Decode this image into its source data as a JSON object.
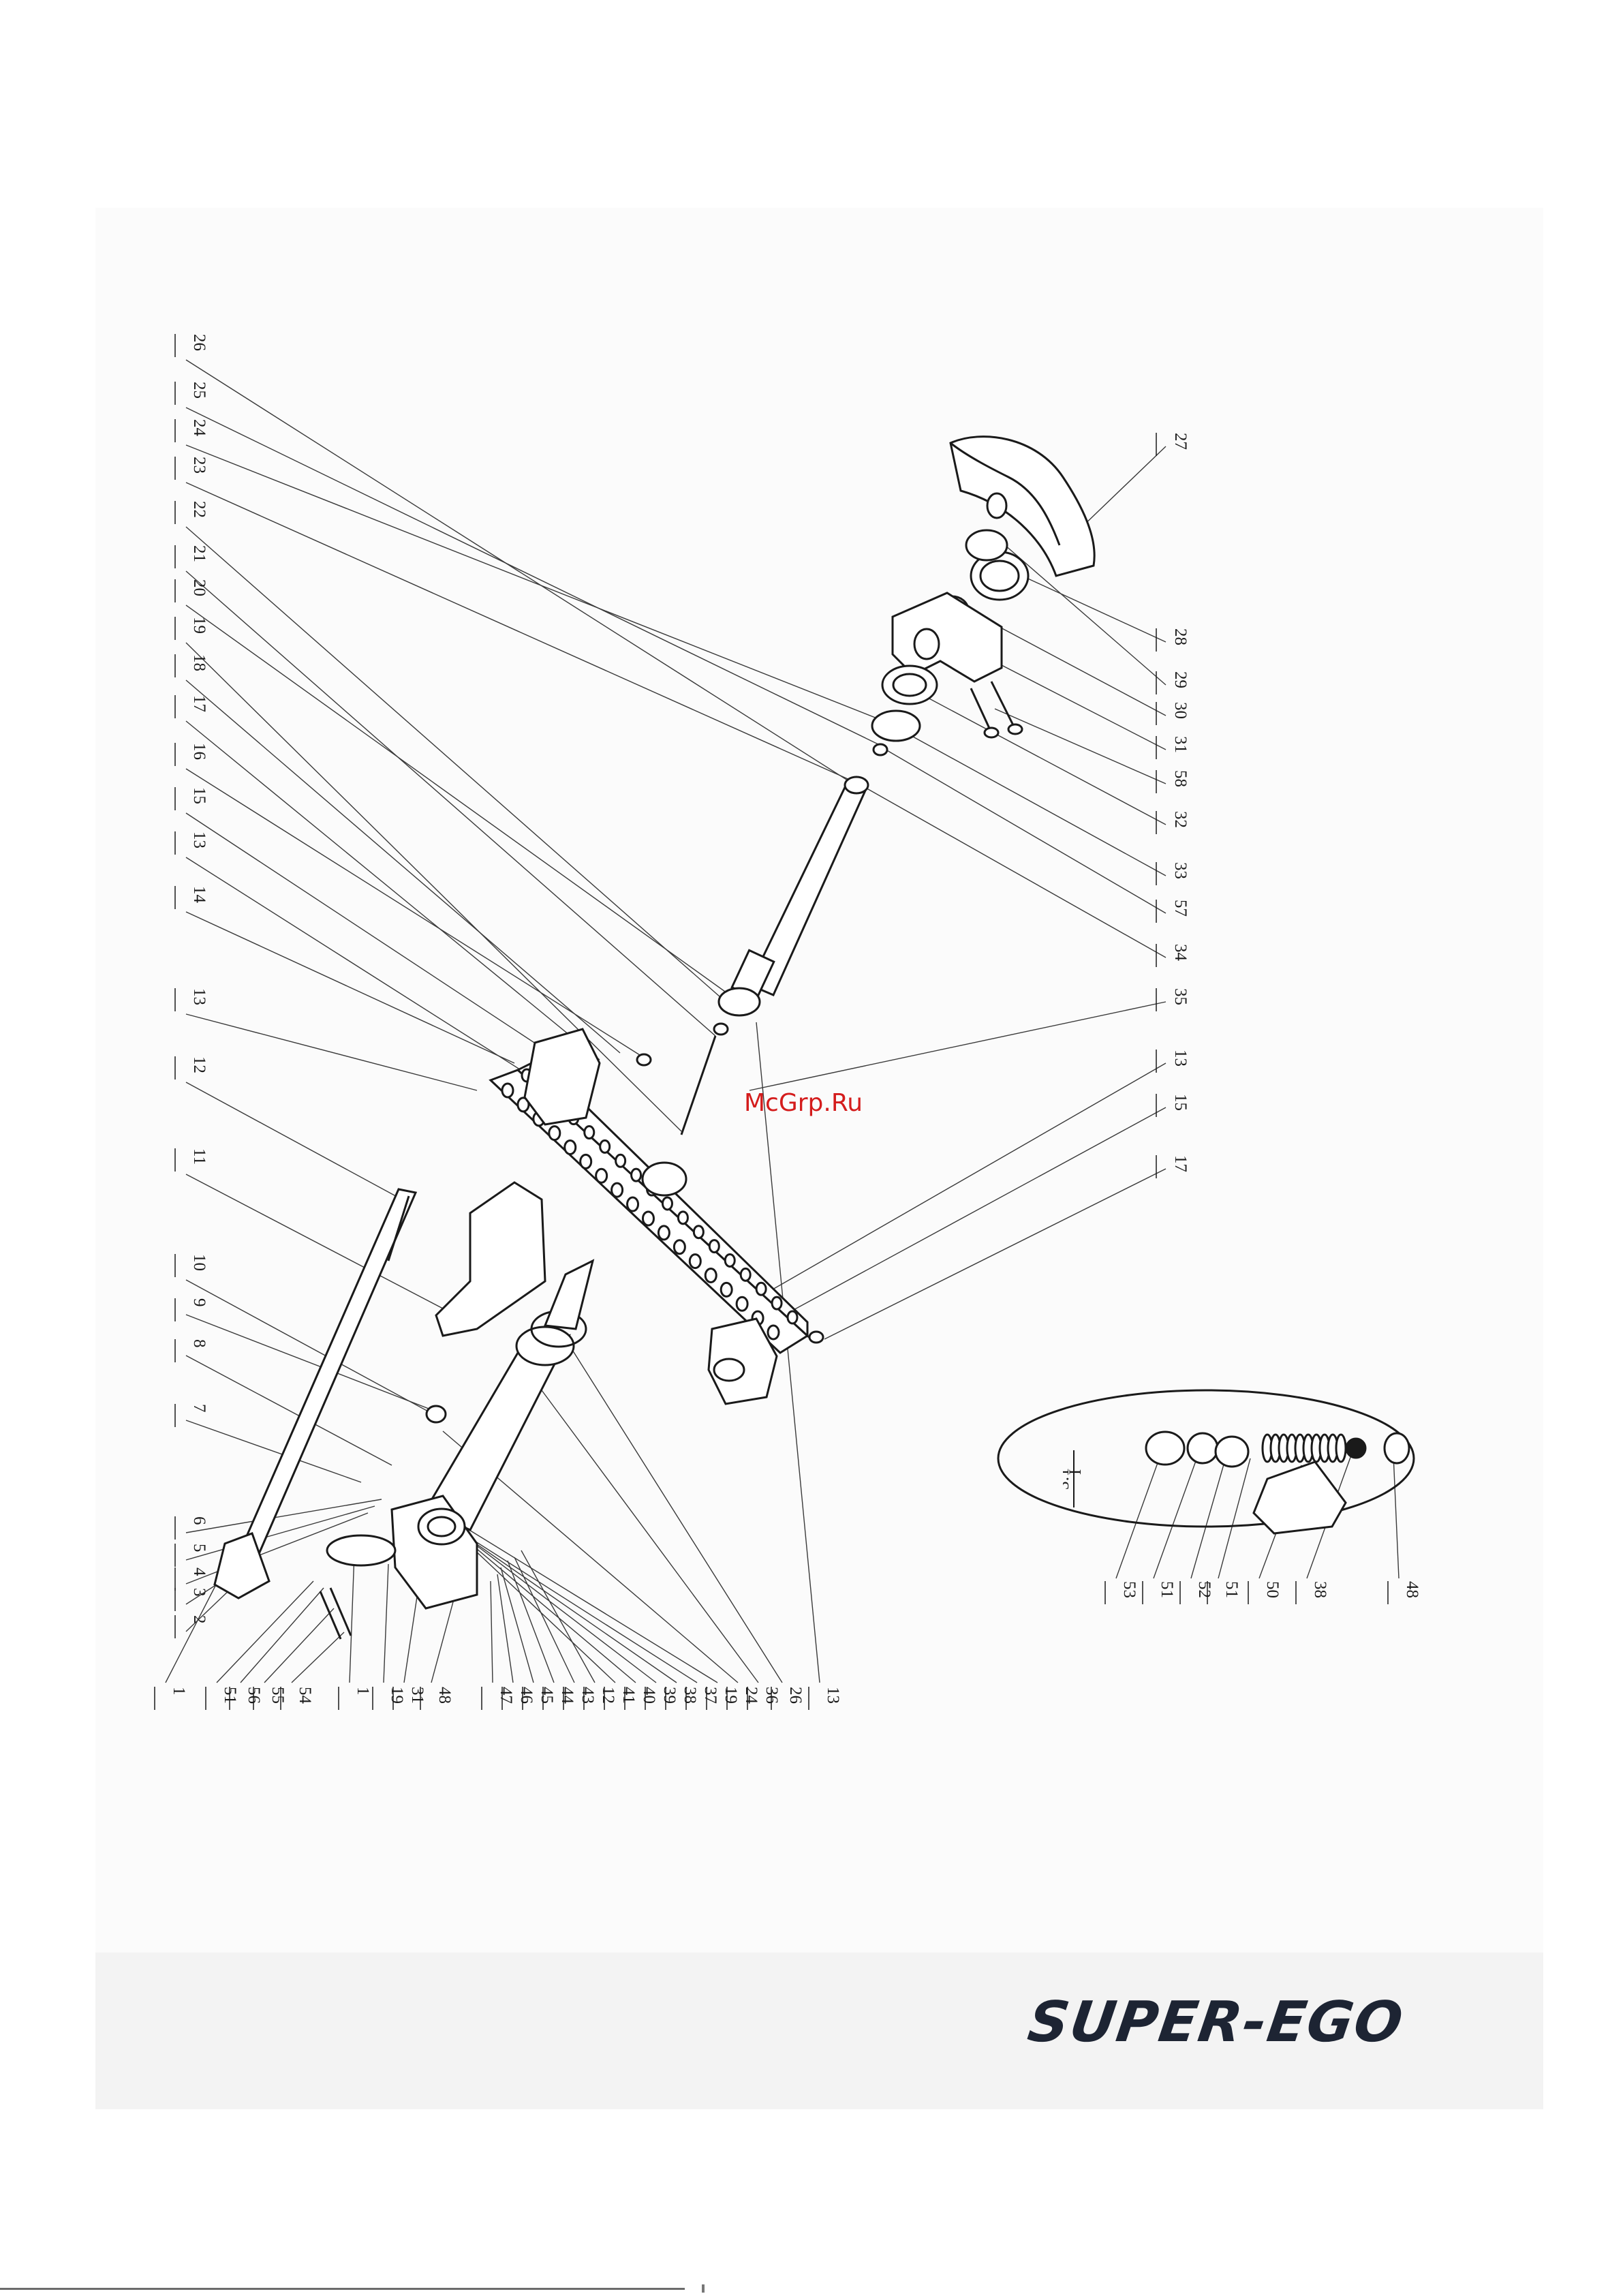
{
  "watermark": "McGrp.Ru",
  "brand": "SUPER-EGO",
  "detail_view": {
    "id": "I",
    "scale": "3:1"
  },
  "labels": {
    "top_row": [
      "26",
      "25",
      "24",
      "23",
      "22",
      "21",
      "20",
      "19",
      "18",
      "17",
      "16",
      "15",
      "13",
      "14",
      "13",
      "12",
      "11",
      "10",
      "9",
      "8",
      "7",
      "6",
      "5",
      "4",
      "3",
      "2"
    ],
    "bottom_row": [
      "1",
      "51",
      "56",
      "55",
      "54",
      "1",
      "19",
      "31",
      "48",
      "47",
      "46",
      "45",
      "44",
      "43",
      "12",
      "41",
      "40",
      "39",
      "38",
      "37",
      "19",
      "24",
      "36",
      "26",
      "13"
    ],
    "right_column": [
      "27",
      "28",
      "29",
      "30",
      "31",
      "58",
      "32",
      "33",
      "57",
      "34",
      "35",
      "13",
      "15",
      "17"
    ],
    "detail_row": [
      "53",
      "51",
      "52",
      "51",
      "50",
      "38",
      "48"
    ]
  }
}
